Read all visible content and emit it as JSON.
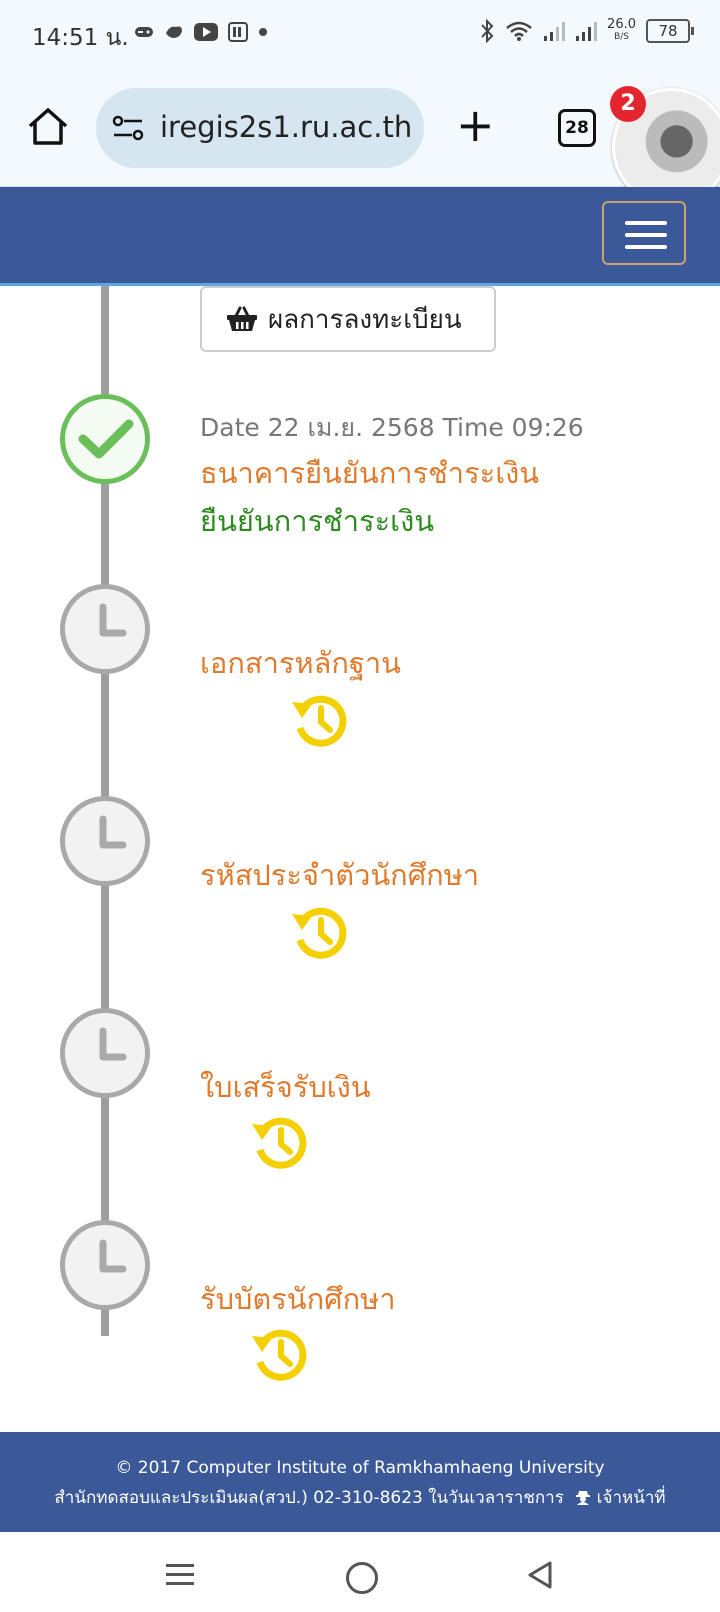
{
  "status_bar": {
    "time": "14:51 น.",
    "speed_value": "26.0",
    "speed_unit": "B/S",
    "battery": "78"
  },
  "browser": {
    "url": "iregis2s1.ru.ac.th",
    "tab_count": "28",
    "notification_count": "2"
  },
  "timeline": {
    "result_button_label": "ผลการลงทะเบียน",
    "steps": [
      {
        "status": "done",
        "date": "Date 22 เม.ย. 2568 Time 09:26",
        "title": "ธนาคารยืนยันการชำระเงิน",
        "detail": "ยืนยันการชำระเงิน"
      },
      {
        "status": "pending",
        "title": "เอกสารหลักฐาน"
      },
      {
        "status": "pending",
        "title": "รหัสประจำตัวนักศึกษา"
      },
      {
        "status": "pending",
        "title": "ใบเสร็จรับเงิน"
      },
      {
        "status": "pending",
        "title": "รับบัตรนักศึกษา"
      }
    ]
  },
  "footer": {
    "line1": "© 2017 Computer Institute of Ramkhamhaeng University",
    "line2": "สำนักทดสอบและประเมินผล(สวป.) 02-310-8623 ในวันเวลาราชการ",
    "staff_link": "เจ้าหน้าที่"
  },
  "colors": {
    "nav_blue": "#3b5998",
    "step_orange": "#e07a2c",
    "confirm_green": "#2e8b1f",
    "done_green": "#6abf5a",
    "pending_yellow": "#f5d000"
  }
}
